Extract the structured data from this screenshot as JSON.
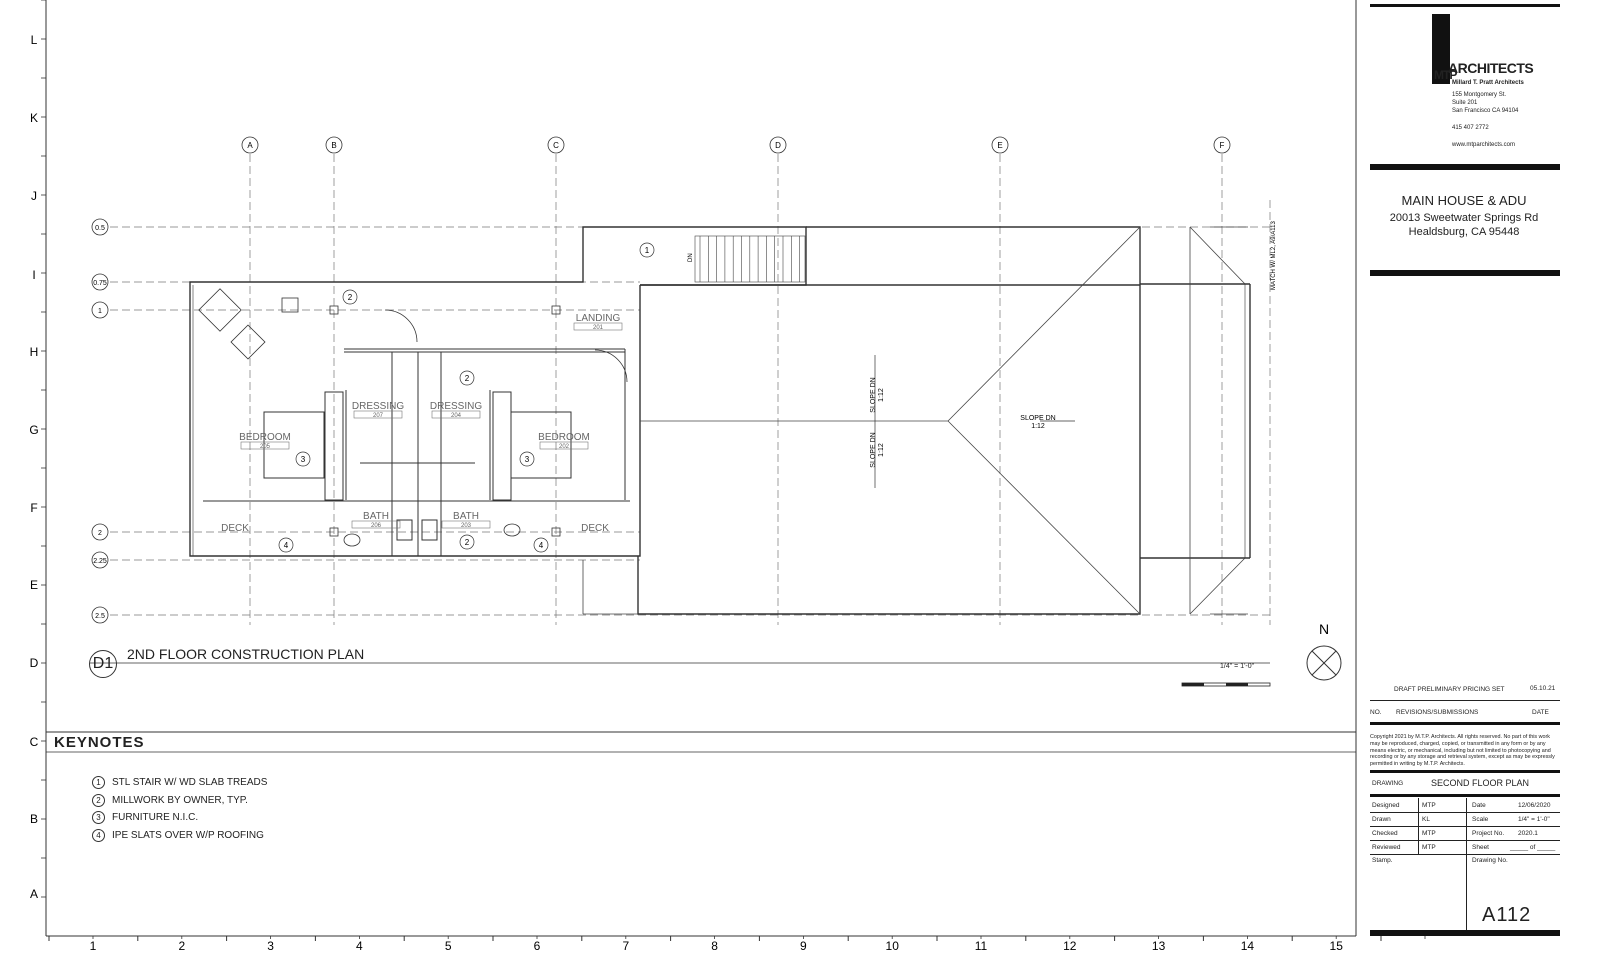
{
  "sheet": {
    "row_labels": [
      "L",
      "K",
      "J",
      "I",
      "H",
      "G",
      "F",
      "E",
      "D",
      "C",
      "B",
      "A"
    ],
    "column_labels": [
      "1",
      "2",
      "3",
      "4",
      "5",
      "6",
      "7",
      "8",
      "9",
      "10",
      "11",
      "12",
      "13",
      "14",
      "15"
    ]
  },
  "plan": {
    "id": "D1",
    "title": "2ND FLOOR CONSTRUCTION PLAN",
    "scale": "1/4\"   =   1'-0\"",
    "north_label": "N",
    "grid_columns": [
      "A",
      "B",
      "C",
      "D",
      "E",
      "F"
    ],
    "grid_rows": [
      "0.5",
      "0.75",
      "1",
      "2",
      "2.25",
      "2.5"
    ],
    "match_line": "MATCH W/ ML2, A9/A113",
    "rooms": [
      {
        "name": "LANDING",
        "number": "201"
      },
      {
        "name": "DRESSING",
        "number": "207"
      },
      {
        "name": "DRESSING",
        "number": "204"
      },
      {
        "name": "BEDROOM",
        "number": "205"
      },
      {
        "name": "BEDROOM",
        "number": "202"
      },
      {
        "name": "BATH",
        "number": "206"
      },
      {
        "name": "BATH",
        "number": "203"
      },
      {
        "name": "DECK",
        "number": ""
      },
      {
        "name": "DECK",
        "number": ""
      }
    ],
    "slope_notes": [
      {
        "label": "SLOPE DN",
        "ratio": "1:12"
      },
      {
        "label": "SLOPE DN",
        "ratio": "1:12"
      },
      {
        "label": "SLOPE DN",
        "ratio": "1:12"
      }
    ],
    "stair_note": "DN",
    "keynote_tags": [
      "1",
      "2",
      "2",
      "2",
      "3",
      "3",
      "4",
      "4"
    ]
  },
  "keynotes": {
    "title": "KEYNOTES",
    "items": [
      {
        "num": "1",
        "text": "STL STAIR W/ WD SLAB TREADS"
      },
      {
        "num": "2",
        "text": "MILLWORK BY OWNER, TYP."
      },
      {
        "num": "3",
        "text": "FURNITURE N.I.C."
      },
      {
        "num": "4",
        "text": "IPE SLATS OVER W/P ROOFING"
      }
    ]
  },
  "title_block": {
    "firm": "ARCHITECTS",
    "firm_logo": "MTP",
    "firm_full": "Millard T. Pratt Architects",
    "address": [
      "155 Montgomery St.",
      "Suite 201",
      "San Francisco  CA  94104"
    ],
    "phone": "415 407 2772",
    "web": "www.mtparchitects.com",
    "project_name": "MAIN HOUSE & ADU",
    "project_street": "20013 Sweetwater Springs Rd",
    "project_city": "Healdsburg, CA  95448",
    "revision_text": "DRAFT PRELIMINARY PRICING SET",
    "revision_date": "05.10.21",
    "rev_no_label": "NO.",
    "rev_label": "REVISIONS/SUBMISSIONS",
    "date_label": "DATE",
    "copyright": "Copyright 2021 by M.T.P. Architects. All rights reserved. No part of this work may be reproduced, charged, copied, or transmitted in any form or by any means electric, or mechanical, including but not limited to photocopying and recording or by any storage and retrieval system, except as may be expressly permitted in writing by M.T.P. Architects.",
    "drawing_label": "DRAWING",
    "drawing_title": "SECOND FLOOR PLAN",
    "designed_label": "Designed",
    "designed": "MTP",
    "drawn_label": "Drawn",
    "drawn": "KL",
    "checked_label": "Checked",
    "checked": "MTP",
    "reviewed_label": "Reviewed",
    "reviewed": "MTP",
    "stamp_label": "Stamp.",
    "date_field_label": "Date",
    "date_value": "12/06/2020",
    "scale_label": "Scale",
    "scale_value": "1/4\"   =   1'-0\"",
    "project_no_label": "Project No.",
    "project_no": "2020.1",
    "sheet_label": "Sheet",
    "sheet_value": "_____ of _____",
    "drawing_no_label": "Drawing No.",
    "sheet_number": "A112"
  }
}
